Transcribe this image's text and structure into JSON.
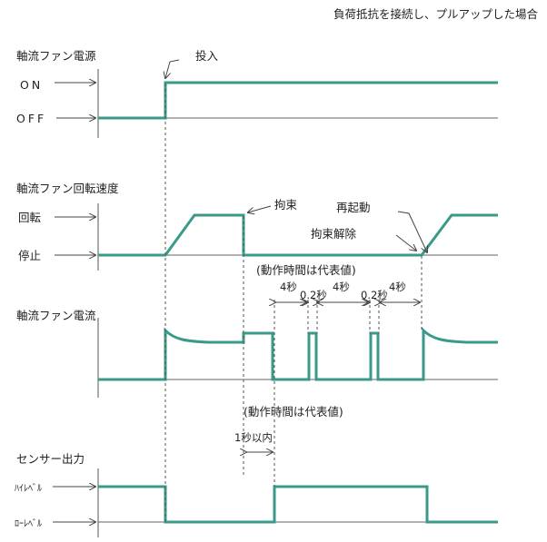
{
  "title": "負荷抵抗を接続し、プルアップした場合",
  "colors": {
    "signal": "#3a9a8a",
    "axis": "#555555",
    "text": "#222222"
  },
  "sections": [
    {
      "title": "軸流ファン電源",
      "levels": [
        "ON",
        "OFF"
      ]
    },
    {
      "title": "軸流ファン回転速度",
      "levels": [
        "回転",
        "停止"
      ]
    },
    {
      "title": "軸流ファン電流"
    },
    {
      "title": "センサー出力",
      "levels": [
        "ﾊｲﾚﾍﾞﾙ",
        "ﾛｰﾚﾍﾞﾙ"
      ]
    }
  ],
  "annotations": {
    "power_on": "投入",
    "lock": "拘束",
    "restart": "再起動",
    "lock_release": "拘束解除",
    "typical_1": "(動作時間は代表値)",
    "typical_2": "(動作時間は代表値)",
    "t_4s_a": "4秒",
    "t_02s_a": "0.2秒",
    "t_4s_b": "4秒",
    "t_02s_b": "0.2秒",
    "t_4s_c": "4秒",
    "t_1s": "1秒以内"
  }
}
